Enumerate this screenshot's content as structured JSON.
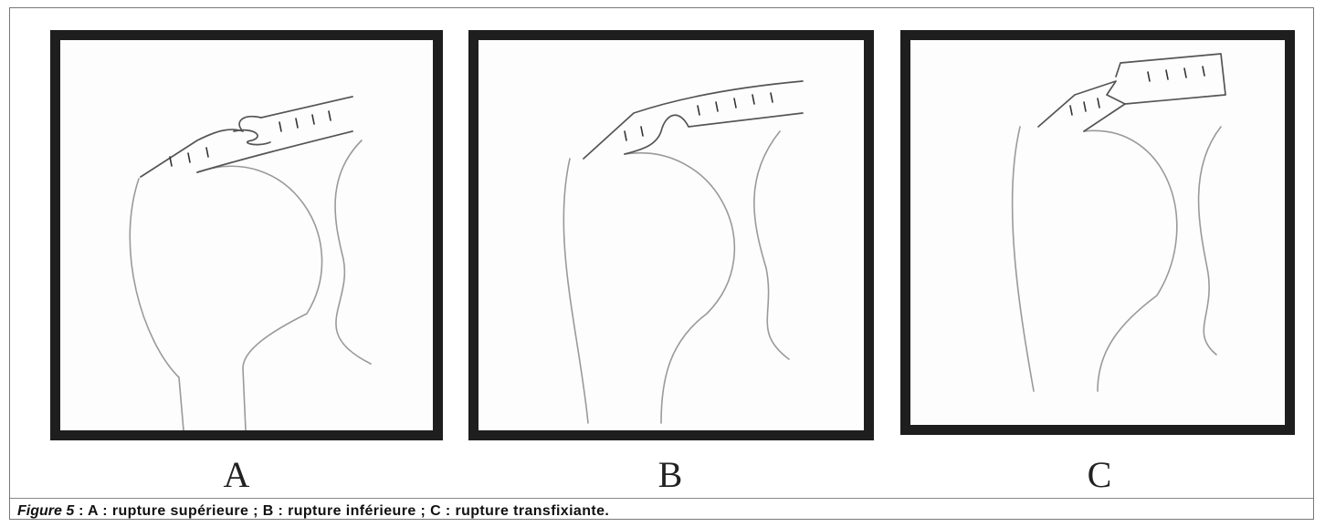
{
  "panels": [
    {
      "id": "A",
      "label": "A"
    },
    {
      "id": "B",
      "label": "B"
    },
    {
      "id": "C",
      "label": "C"
    }
  ],
  "caption": {
    "figure_ref": "Figure 5",
    "text": " : A : rupture supérieure ; B : rupture inférieure ; C : rupture transfixiante."
  }
}
